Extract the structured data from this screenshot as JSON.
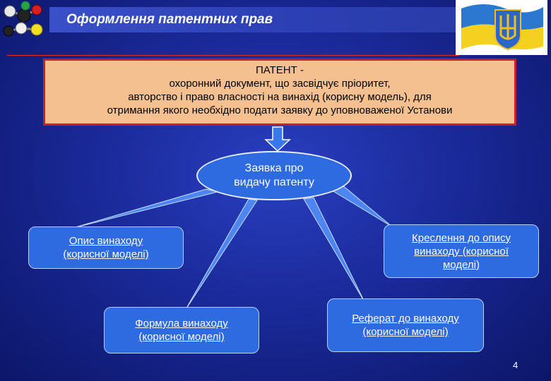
{
  "header": {
    "title": "Оформлення патентних прав"
  },
  "patent_definition": {
    "lines": [
      "ПАТЕНТ  -",
      "охоронний  документ,  що засвідчує пріоритет,",
      "авторство і право власності на винахід (корисну модель), для",
      "отримання якого необхідно подати заявку до уповноваженої Установи"
    ]
  },
  "central_node": {
    "lines": [
      "Заявка про",
      "видачу патенту"
    ]
  },
  "nodes": {
    "description": [
      "Опис винаходу",
      "(корисної моделі)"
    ],
    "drawings": [
      "Креслення до опису",
      "винаходу (корисної",
      "моделі)"
    ],
    "formula": [
      "Формула винаходу",
      "(корисної моделі)"
    ],
    "abstract": [
      "Реферат до винаходу",
      "(корисної моделі)"
    ]
  },
  "footer": {
    "page_number": "4"
  },
  "colors": {
    "background": "#1a2a9a",
    "node_fill": "#2f6be0",
    "patent_box_fill": "#f4c090",
    "patent_box_border": "#c8202a",
    "arrow": "#3a78f0"
  },
  "icons": [
    "molecule-icon",
    "ukraine-flag-icon",
    "trident-icon"
  ]
}
